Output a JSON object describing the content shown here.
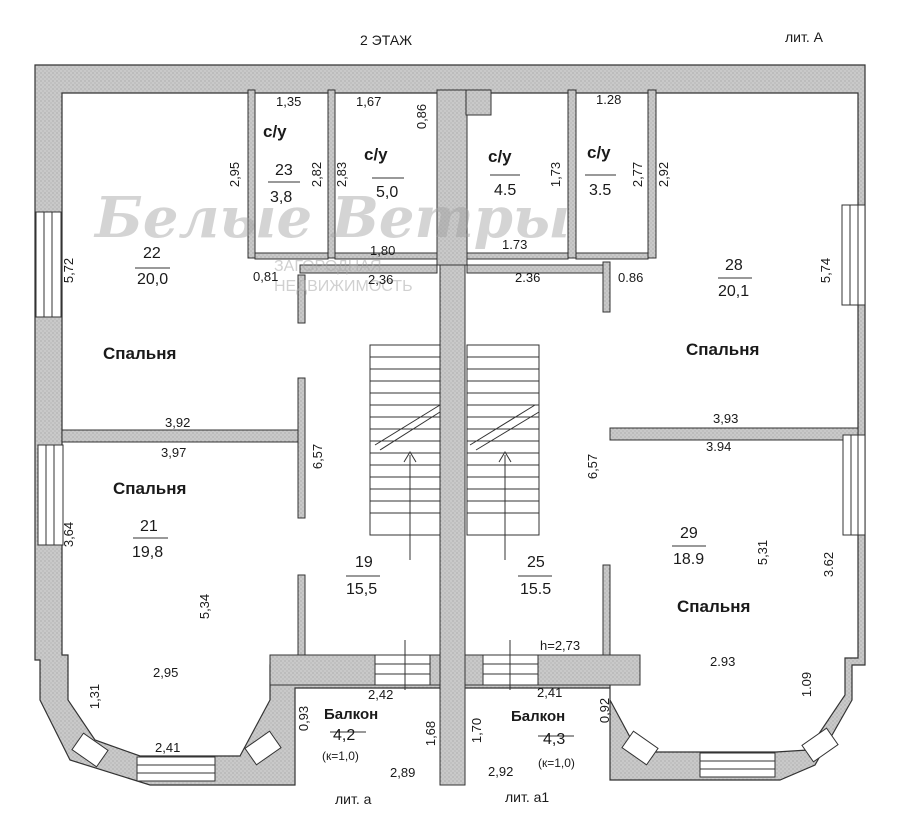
{
  "header": {
    "floor": "2 ЭТАЖ",
    "lit_top": "лит. А"
  },
  "footer": {
    "lit_left": "лит. а",
    "lit_right": "лит. а1"
  },
  "watermark": {
    "brand": "Белые Ветры",
    "line1": "ЗАГОРОДНАЯ",
    "line2": "НЕДВИЖИМОСТЬ"
  },
  "rooms": {
    "r22": {
      "num": "22",
      "area": "20,0",
      "name": "Спальня"
    },
    "r21": {
      "num": "21",
      "area": "19,8",
      "name": "Спальня"
    },
    "r23": {
      "num": "23",
      "area": "3,8",
      "name": "с/у"
    },
    "r_wc5": {
      "area": "5,0",
      "name": "с/у"
    },
    "r_wc45": {
      "area": "4.5",
      "name": "с/у"
    },
    "r_wc35": {
      "area": "3.5",
      "name": "с/у"
    },
    "r28": {
      "num": "28",
      "area": "20,1",
      "name": "Спальня"
    },
    "r29": {
      "num": "29",
      "area": "18.9",
      "name": "Спальня"
    },
    "r19": {
      "num": "19",
      "area": "15,5"
    },
    "r25": {
      "num": "25",
      "area": "15.5",
      "height": "h=2,73"
    },
    "balc_l": {
      "name": "Балкон",
      "area": "4,2",
      "k": "(к=1,0)"
    },
    "balc_r": {
      "name": "Балкон",
      "area": "4,3",
      "k": "(к=1,0)"
    }
  },
  "dims": {
    "d135": "1,35",
    "d167": "1,67",
    "d086a": "0,86",
    "d128": "1.28",
    "d295a": "2,95",
    "d282": "2,82",
    "d283": "2,83",
    "d173v": "1,73",
    "d277": "2,77",
    "d292": "2,92",
    "d180": "1,80",
    "d173h": "1.73",
    "d236a": "2,36",
    "d236b": "2.36",
    "d081": "0,81",
    "d086b": "0.86",
    "d572": "5,72",
    "d574": "5,74",
    "d392": "3,92",
    "d397": "3,97",
    "d393": "3,93",
    "d394": "3.94",
    "d657a": "6,57",
    "d657b": "6,57",
    "d364": "3,64",
    "d534": "5,34",
    "d295b": "2,95",
    "d531": "5,31",
    "d362": "3.62",
    "d293": "2.93",
    "d131": "1,31",
    "d241a": "2,41",
    "d242": "2,42",
    "d241b": "2,41",
    "d093": "0,93",
    "d168": "1,68",
    "d170": "1,70",
    "d092": "0,92",
    "d289": "2,89",
    "d292b": "2,92",
    "d109": "1.09"
  }
}
